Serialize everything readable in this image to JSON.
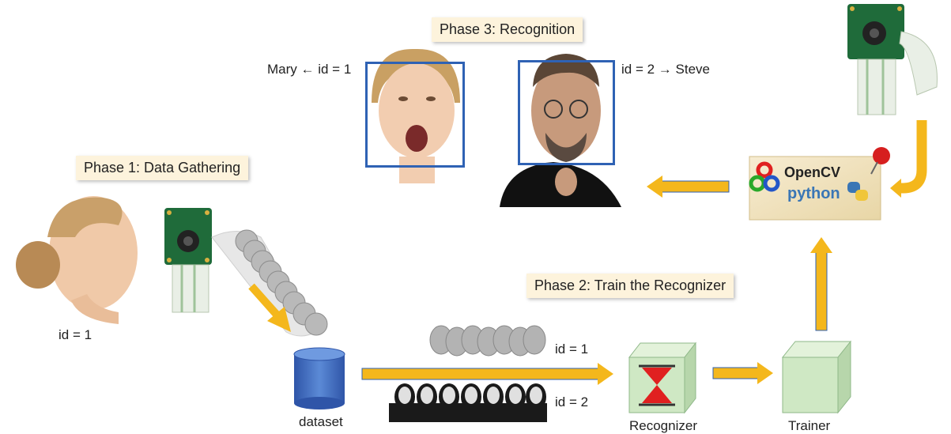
{
  "phases": {
    "phase1": "Phase 1: Data Gathering",
    "phase2": "Phase 2: Train the Recognizer",
    "phase3": "Phase 3: Recognition"
  },
  "labels": {
    "id1_person": "id = 1",
    "dataset": "dataset",
    "id1_train": "id = 1",
    "id2_train": "id = 2",
    "recognizer": "Recognizer",
    "trainer": "Trainer",
    "mary": "Mary ← id = 1",
    "steve": "id = 2 → Steve"
  },
  "opencv": {
    "name": "OpenCV",
    "lang": "python"
  },
  "colors": {
    "arrow": "#f4b71c",
    "arrow_edge": "#2f62b4",
    "facebox": "#2f62b4",
    "dataset": "#4472c4",
    "cube": "#cfe8c4",
    "hourglass": "#e02020"
  }
}
